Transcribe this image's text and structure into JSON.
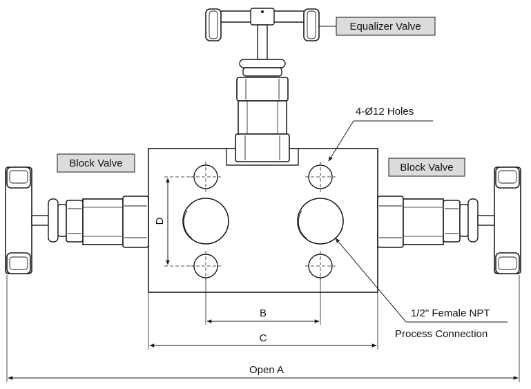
{
  "labels": {
    "equalizer_valve": "Equalizer Valve",
    "block_valve_left": "Block Valve",
    "block_valve_right": "Block Valve",
    "holes": "4-Ø12 Holes",
    "connection_line1": "1/2\" Female NPT",
    "connection_line2": "Process Connection"
  },
  "dimensions": {
    "d": "D",
    "b": "B",
    "c": "C",
    "a": "Open A"
  },
  "colors": {
    "line": "#1a1a1a",
    "label_box_fill": "#dcdcdc",
    "valve_fill": "#ffffff",
    "handle_dark": "#555555"
  }
}
